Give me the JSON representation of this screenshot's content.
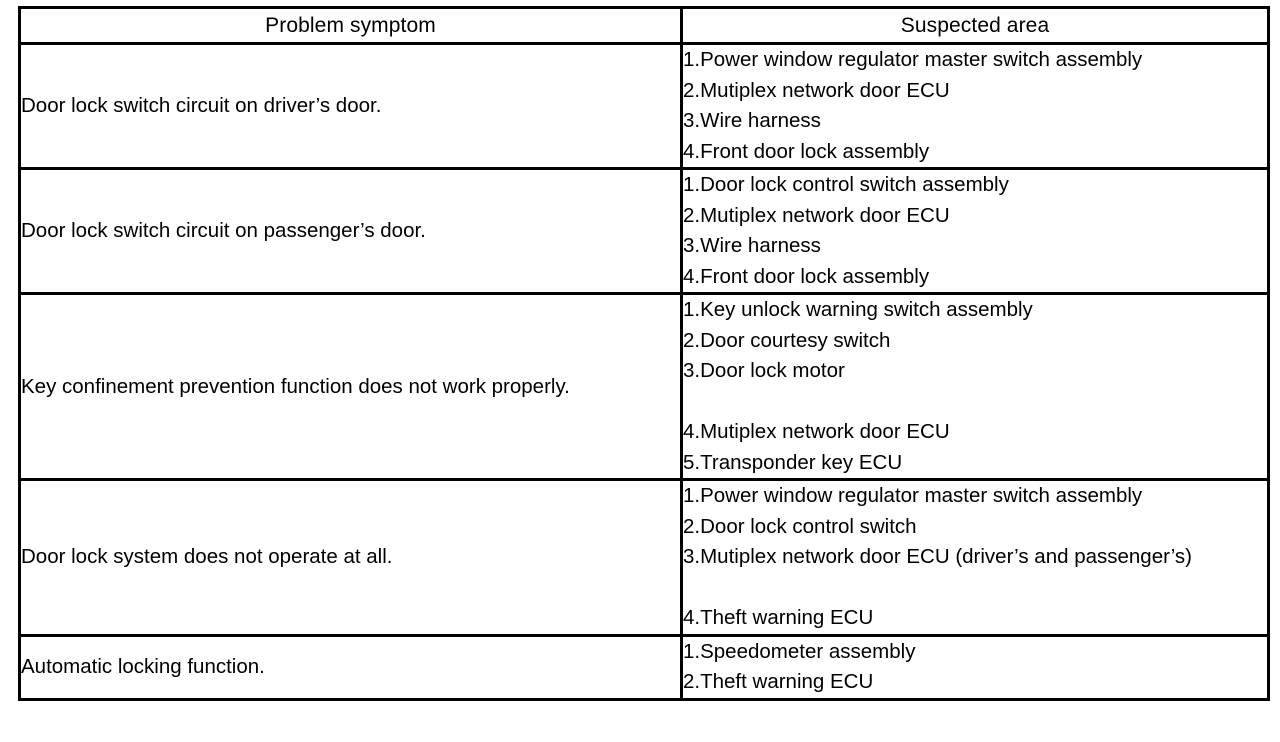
{
  "table": {
    "headers": {
      "symptom": "Problem symptom",
      "area": "Suspected area"
    },
    "rows": [
      {
        "symptom": "Door lock switch circuit on driver’s door.",
        "areas": [
          {
            "n": "1.",
            "text": "Power window regulator master switch assembly",
            "gap_before": false
          },
          {
            "n": "2.",
            "text": "Mutiplex network door ECU",
            "gap_before": false
          },
          {
            "n": "3.",
            "text": "Wire harness",
            "gap_before": false
          },
          {
            "n": "4.",
            "text": "Front door lock assembly",
            "gap_before": false
          }
        ]
      },
      {
        "symptom": "Door lock switch circuit on passenger’s door.",
        "areas": [
          {
            "n": "1.",
            "text": "Door lock control switch assembly",
            "gap_before": false
          },
          {
            "n": "2.",
            "text": "Mutiplex network door ECU",
            "gap_before": false
          },
          {
            "n": "3.",
            "text": "Wire harness",
            "gap_before": false
          },
          {
            "n": "4.",
            "text": "Front door lock assembly",
            "gap_before": false
          }
        ]
      },
      {
        "symptom": "Key confinement prevention function does not work properly.",
        "areas": [
          {
            "n": "1.",
            "text": "Key unlock warning switch assembly",
            "gap_before": false
          },
          {
            "n": "2.",
            "text": "Door courtesy switch",
            "gap_before": false
          },
          {
            "n": "3.",
            "text": "Door lock motor",
            "gap_before": false
          },
          {
            "n": "4.",
            "text": "Mutiplex network door ECU",
            "gap_before": true
          },
          {
            "n": "5.",
            "text": "Transponder key ECU",
            "gap_before": false
          }
        ]
      },
      {
        "symptom": "Door lock system does not operate at all.",
        "areas": [
          {
            "n": "1.",
            "text": "Power window regulator master switch assembly",
            "gap_before": false
          },
          {
            "n": "2.",
            "text": "Door lock control switch",
            "gap_before": false
          },
          {
            "n": "3.",
            "text": "Mutiplex network door ECU (driver’s and passenger’s)",
            "gap_before": false
          },
          {
            "n": "4.",
            "text": "Theft warning ECU",
            "gap_before": true
          }
        ]
      },
      {
        "symptom": "Automatic locking function.",
        "areas": [
          {
            "n": "1.",
            "text": "Speedometer assembly",
            "gap_before": false
          },
          {
            "n": "2.",
            "text": "Theft warning ECU",
            "gap_before": false
          }
        ]
      }
    ]
  }
}
